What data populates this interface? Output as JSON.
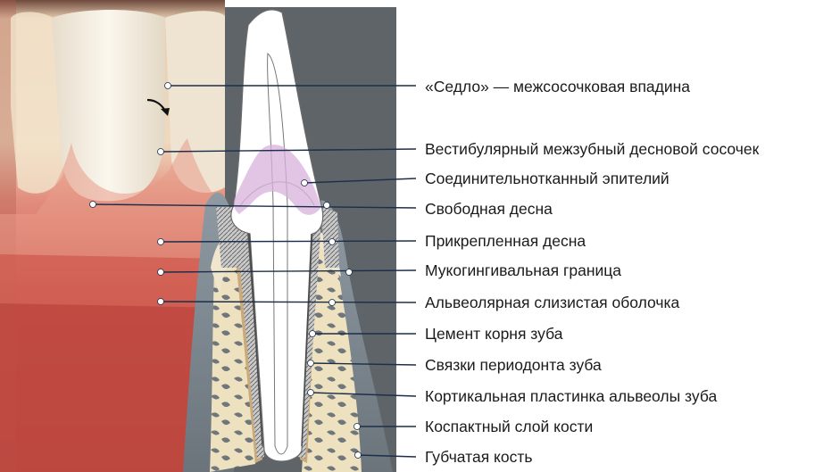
{
  "figure": {
    "labels": [
      "«Седло» — межсосочковая впадина",
      "Вестибулярный межзубный десновой сосочек",
      "Соединительнотканный эпителий",
      "Свободная десна",
      "Прикрепленная десна",
      "Мукогингивальная граница",
      "Альвеолярная слизистая оболочка",
      "Цемент корня зуба",
      "Связки периодонта зуба",
      "Кортикальная пластинка альвеолы зуба",
      "Коспактный слой кости",
      "Губчатая кость"
    ]
  },
  "colors": {
    "label_text": "#1b1b1b",
    "leader_line": "#1c2e4a",
    "gum": "#d6685e",
    "mucosa": "#b83a34",
    "enamel": "#f3ecdc",
    "bone": "#e9dcb8",
    "panel_bg": "#5f6468"
  }
}
